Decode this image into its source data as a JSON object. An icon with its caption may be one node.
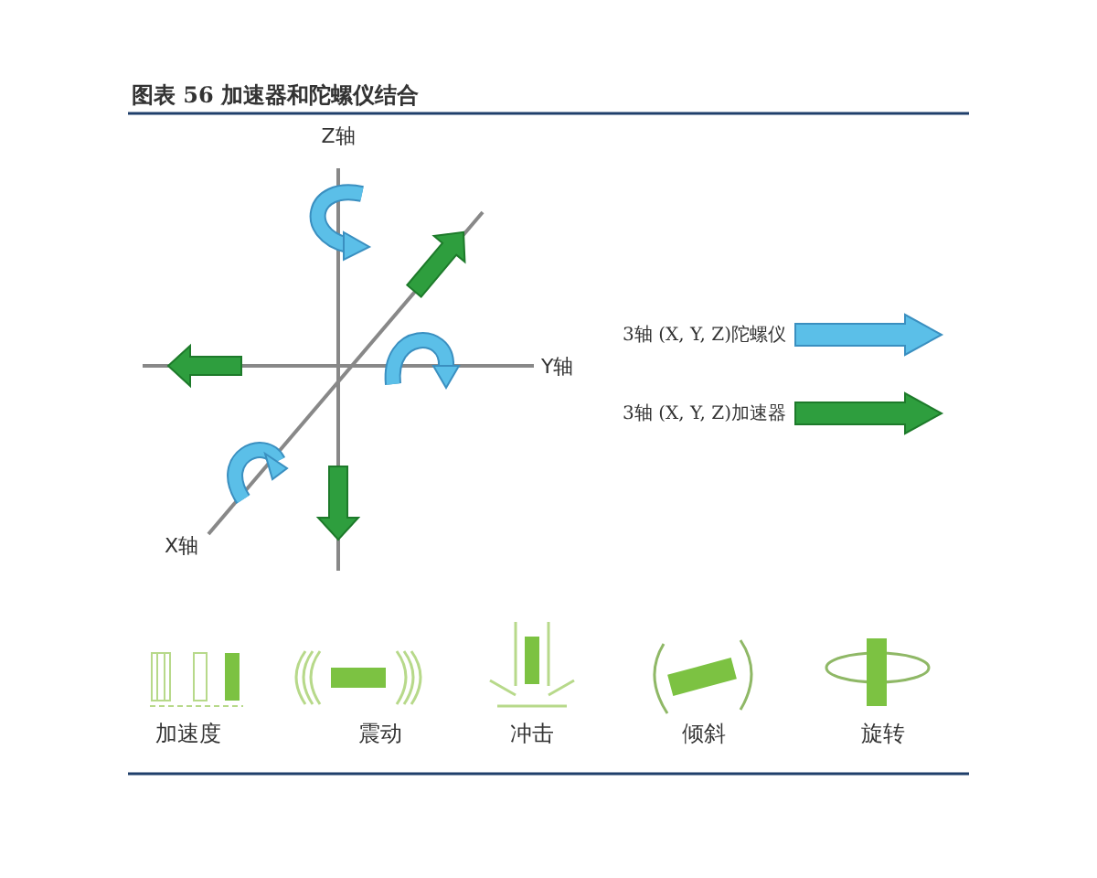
{
  "diagram": {
    "title": "图表 56 加速器和陀螺仪结合",
    "labels": [
      "Z轴",
      "Y轴",
      "X轴",
      "加速度",
      "震动",
      "冲击",
      "倾斜",
      "旋转"
    ],
    "legend": [
      {
        "text": "3轴 (X, Y, Z)陀螺仪"
      },
      {
        "text": "3轴 (X, Y, Z)加速器"
      }
    ]
  }
}
